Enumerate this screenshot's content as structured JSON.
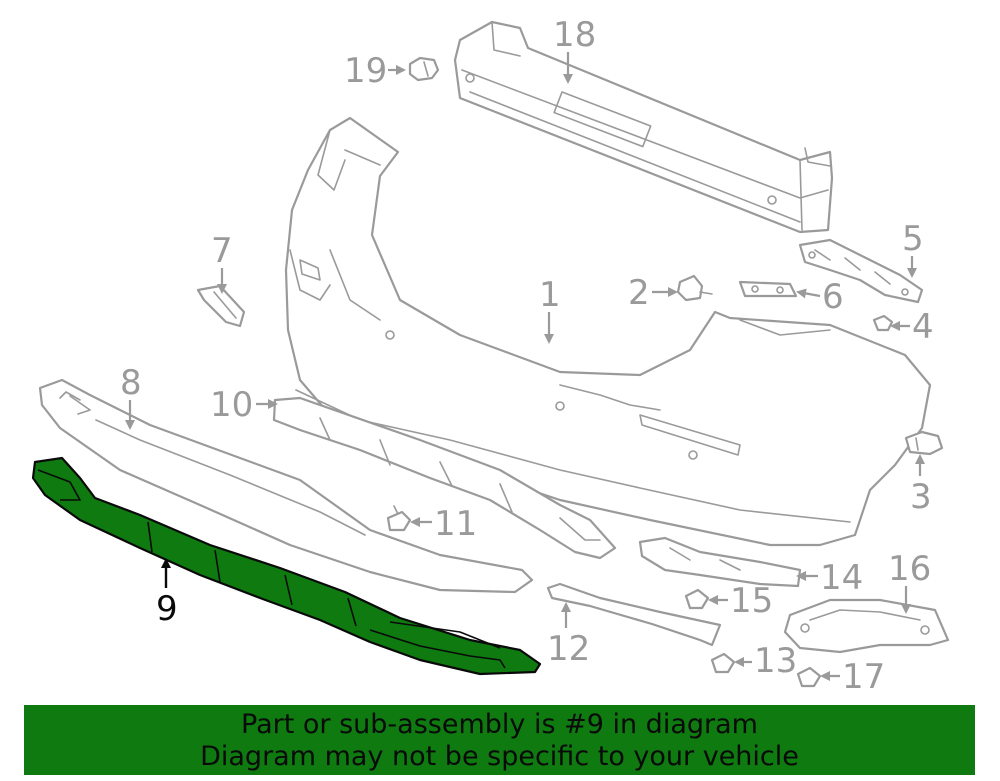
{
  "callouts": {
    "c1": "1",
    "c2": "2",
    "c3": "3",
    "c4": "4",
    "c5": "5",
    "c6": "6",
    "c7": "7",
    "c8": "8",
    "c9": "9",
    "c10": "10",
    "c11": "11",
    "c12": "12",
    "c13": "13",
    "c14": "14",
    "c15": "15",
    "c16": "16",
    "c17": "17",
    "c18": "18",
    "c19": "19"
  },
  "highlighted_part": "9",
  "colors": {
    "highlight": "#0e7a10",
    "line": "#9a9a9a",
    "banner": "#0e7a10"
  },
  "banner": {
    "line1": "Part or sub-assembly is #9 in diagram",
    "line2": "Diagram may not be specific to your vehicle"
  }
}
